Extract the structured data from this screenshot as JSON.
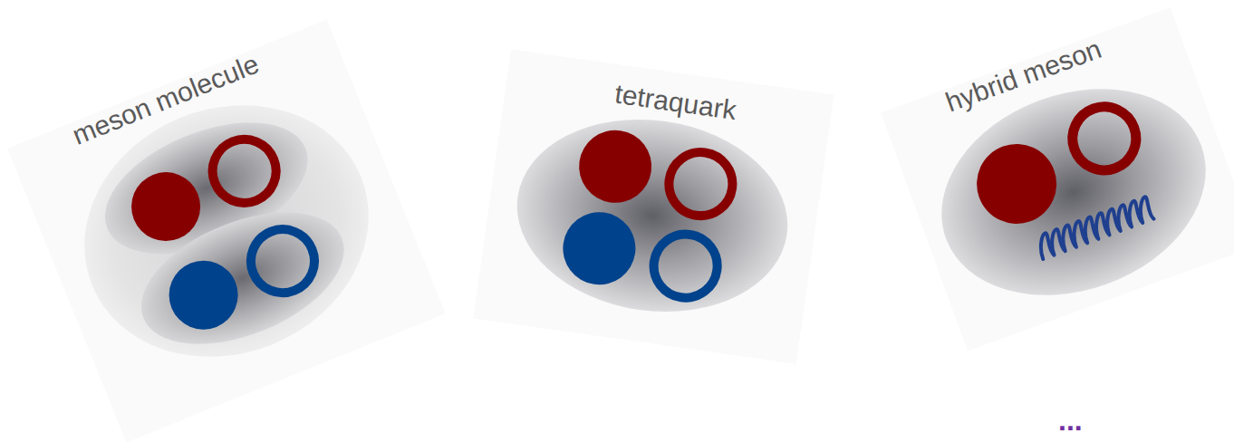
{
  "diagram": {
    "nodes": [
      {
        "text": [
          "meson molecule"
        ]
      },
      {
        "text": [
          "tetraquark"
        ]
      },
      {
        "text": [
          "hybrid meson"
        ]
      }
    ],
    "labels": [
      "..."
    ]
  }
}
